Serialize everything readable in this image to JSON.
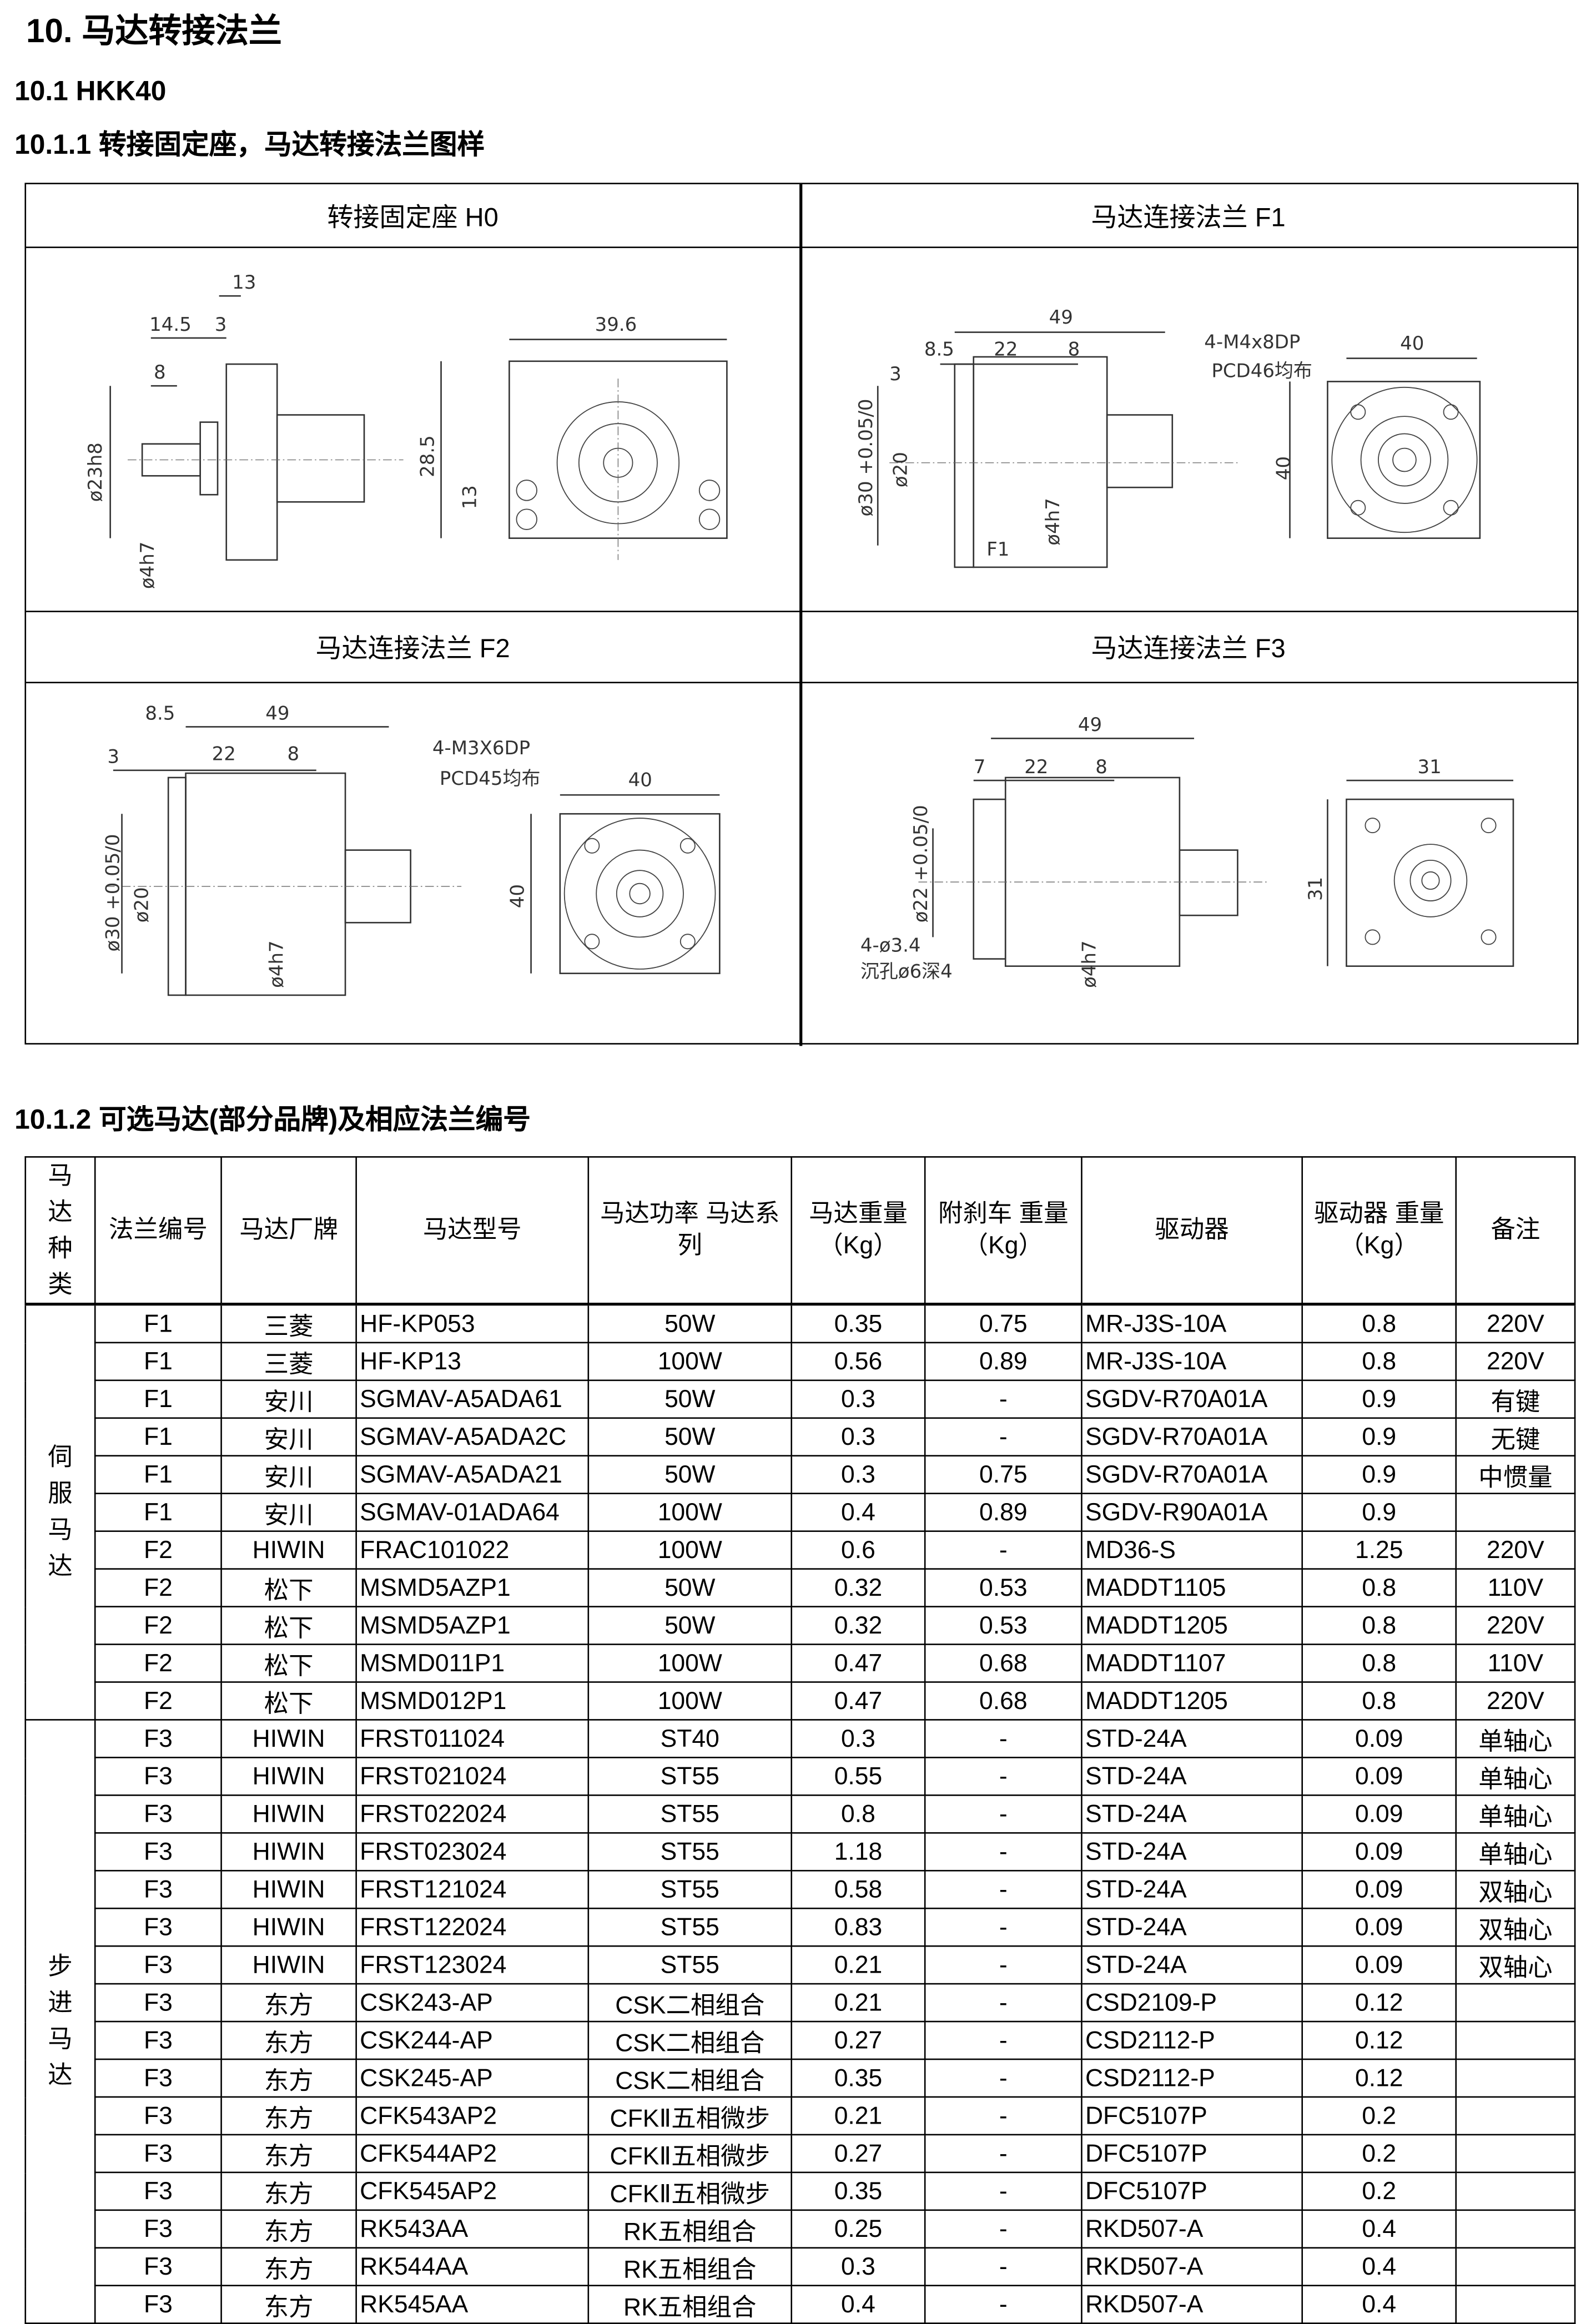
{
  "heading": "10.  马达转接法兰",
  "sub1": "10.1  HKK40",
  "sub11": "10.1.1 转接固定座，马达转接法兰图样",
  "sub12": "10.1.2 可选马达(部分品牌)及相应法兰编号",
  "panels": {
    "h0": {
      "title": "转接固定座 H0",
      "dims": [
        "13",
        "14.5",
        "3",
        "8",
        "ø23h8",
        "ø4h7",
        "39.6",
        "28.5",
        "13"
      ]
    },
    "f1": {
      "title": "马达连接法兰 F1",
      "dims": [
        "49",
        "8.5",
        "22",
        "8",
        "3",
        "4-M4x8DP",
        "PCD46均布",
        "40",
        "ø30 +0.05/0",
        "ø20",
        "ø4h7",
        "40",
        "F1"
      ]
    },
    "f2": {
      "title": "马达连接法兰 F2",
      "dims": [
        "8.5",
        "49",
        "3",
        "22",
        "8",
        "4-M3X6DP",
        "PCD45均布",
        "40",
        "ø30 +0.05/0",
        "ø20",
        "ø4h7",
        "40"
      ]
    },
    "f3": {
      "title": "马达连接法兰 F3",
      "dims": [
        "49",
        "7",
        "22",
        "8",
        "31",
        "ø22 +0.05/0",
        "4-ø3.4",
        "沉孔ø6深4",
        "ø4h7",
        "31"
      ]
    }
  },
  "table": {
    "headers": [
      "马达种类",
      "法兰编号",
      "马达厂牌",
      "马达型号",
      "马达功率 马达系列",
      "马达重量（Kg）",
      "附刹车 重量（Kg）",
      "驱动器",
      "驱动器 重量（Kg）",
      "备注"
    ],
    "groups": [
      {
        "category": "伺服马达",
        "rows": [
          [
            "F1",
            "三菱",
            "HF-KP053",
            "50W",
            "0.35",
            "0.75",
            "MR-J3S-10A",
            "0.8",
            "220V"
          ],
          [
            "F1",
            "三菱",
            "HF-KP13",
            "100W",
            "0.56",
            "0.89",
            "MR-J3S-10A",
            "0.8",
            "220V"
          ],
          [
            "F1",
            "安川",
            "SGMAV-A5ADA61",
            "50W",
            "0.3",
            "-",
            "SGDV-R70A01A",
            "0.9",
            "有键"
          ],
          [
            "F1",
            "安川",
            "SGMAV-A5ADA2C",
            "50W",
            "0.3",
            "-",
            "SGDV-R70A01A",
            "0.9",
            "无键"
          ],
          [
            "F1",
            "安川",
            "SGMAV-A5ADA21",
            "50W",
            "0.3",
            "0.75",
            "SGDV-R70A01A",
            "0.9",
            "中惯量"
          ],
          [
            "F1",
            "安川",
            "SGMAV-01ADA64",
            "100W",
            "0.4",
            "0.89",
            "SGDV-R90A01A",
            "0.9",
            ""
          ],
          [
            "F2",
            "HIWIN",
            "FRAC101022",
            "100W",
            "0.6",
            "-",
            "MD36-S",
            "1.25",
            "220V"
          ],
          [
            "F2",
            "松下",
            "MSMD5AZP1",
            "50W",
            "0.32",
            "0.53",
            "MADDT1105",
            "0.8",
            "110V"
          ],
          [
            "F2",
            "松下",
            "MSMD5AZP1",
            "50W",
            "0.32",
            "0.53",
            "MADDT1205",
            "0.8",
            "220V"
          ],
          [
            "F2",
            "松下",
            "MSMD011P1",
            "100W",
            "0.47",
            "0.68",
            "MADDT1107",
            "0.8",
            "110V"
          ],
          [
            "F2",
            "松下",
            "MSMD012P1",
            "100W",
            "0.47",
            "0.68",
            "MADDT1205",
            "0.8",
            "220V"
          ]
        ]
      },
      {
        "category": "步进马达",
        "rows": [
          [
            "F3",
            "HIWIN",
            "FRST011024",
            "ST40",
            "0.3",
            "-",
            "STD-24A",
            "0.09",
            "单轴心"
          ],
          [
            "F3",
            "HIWIN",
            "FRST021024",
            "ST55",
            "0.55",
            "-",
            "STD-24A",
            "0.09",
            "单轴心"
          ],
          [
            "F3",
            "HIWIN",
            "FRST022024",
            "ST55",
            "0.8",
            "-",
            "STD-24A",
            "0.09",
            "单轴心"
          ],
          [
            "F3",
            "HIWIN",
            "FRST023024",
            "ST55",
            "1.18",
            "-",
            "STD-24A",
            "0.09",
            "单轴心"
          ],
          [
            "F3",
            "HIWIN",
            "FRST121024",
            "ST55",
            "0.58",
            "-",
            "STD-24A",
            "0.09",
            "双轴心"
          ],
          [
            "F3",
            "HIWIN",
            "FRST122024",
            "ST55",
            "0.83",
            "-",
            "STD-24A",
            "0.09",
            "双轴心"
          ],
          [
            "F3",
            "HIWIN",
            "FRST123024",
            "ST55",
            "0.21",
            "-",
            "STD-24A",
            "0.09",
            "双轴心"
          ],
          [
            "F3",
            "东方",
            "CSK243-AP",
            "CSK二相组合",
            "0.21",
            "-",
            "CSD2109-P",
            "0.12",
            ""
          ],
          [
            "F3",
            "东方",
            "CSK244-AP",
            "CSK二相组合",
            "0.27",
            "-",
            "CSD2112-P",
            "0.12",
            ""
          ],
          [
            "F3",
            "东方",
            "CSK245-AP",
            "CSK二相组合",
            "0.35",
            "-",
            "CSD2112-P",
            "0.12",
            ""
          ],
          [
            "F3",
            "东方",
            "CFK543AP2",
            "CFKⅡ五相微步",
            "0.21",
            "-",
            "DFC5107P",
            "0.2",
            ""
          ],
          [
            "F3",
            "东方",
            "CFK544AP2",
            "CFKⅡ五相微步",
            "0.27",
            "-",
            "DFC5107P",
            "0.2",
            ""
          ],
          [
            "F3",
            "东方",
            "CFK545AP2",
            "CFKⅡ五相微步",
            "0.35",
            "-",
            "DFC5107P",
            "0.2",
            ""
          ],
          [
            "F3",
            "东方",
            "RK543AA",
            "RK五相组合",
            "0.25",
            "-",
            "RKD507-A",
            "0.4",
            ""
          ],
          [
            "F3",
            "东方",
            "RK544AA",
            "RK五相组合",
            "0.3",
            "-",
            "RKD507-A",
            "0.4",
            ""
          ],
          [
            "F3",
            "东方",
            "RK545AA",
            "RK五相组合",
            "0.4",
            "-",
            "RKD507-A",
            "0.4",
            ""
          ]
        ]
      }
    ]
  }
}
